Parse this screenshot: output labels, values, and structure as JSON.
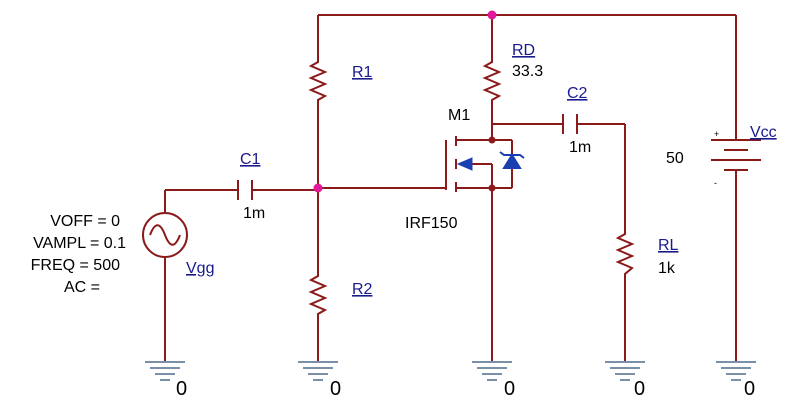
{
  "schematic": {
    "components": {
      "r1": {
        "ref": "R1"
      },
      "r2": {
        "ref": "R2"
      },
      "rd": {
        "ref": "RD",
        "value": "33.3"
      },
      "rl": {
        "ref": "RL",
        "value": "1k"
      },
      "c1": {
        "ref": "C1",
        "value": "1m"
      },
      "c2": {
        "ref": "C2",
        "value": "1m"
      },
      "m1": {
        "ref": "M1",
        "part": "IRF150"
      },
      "vcc": {
        "ref": "Vcc",
        "value": "50",
        "plus": "+",
        "minus": "-"
      },
      "vgg": {
        "ref": "Vgg",
        "params": [
          "VOFF = 0",
          "VAMPL = 0.1",
          "FREQ = 500",
          "AC ="
        ]
      }
    },
    "grounds": [
      "0",
      "0",
      "0",
      "0",
      "0"
    ],
    "colors": {
      "wire": "#8b1a1a",
      "junction": "#e0189a",
      "ground": "#7a8fa8",
      "reference_text": "#1a1a8c",
      "diode": "#1a3fb0"
    }
  }
}
